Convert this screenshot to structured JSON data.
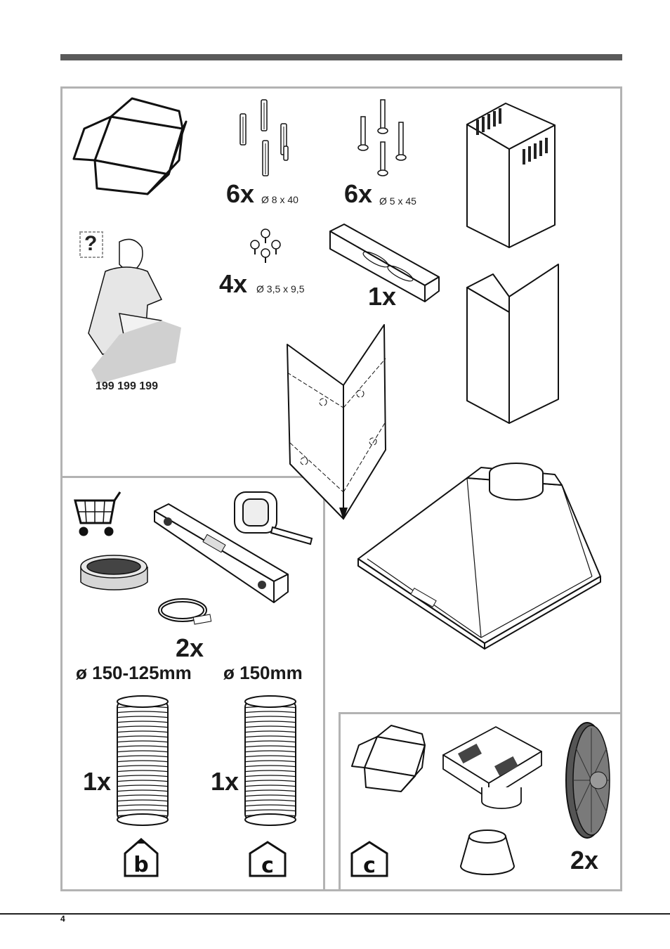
{
  "page_number": "4",
  "phone_number": "199 199 199",
  "help_question_mark": "?",
  "qty_wall_plugs": "6x",
  "size_wall_plugs": "Ø 8 x 40",
  "qty_long_screws": "6x",
  "size_long_screws": "Ø 5 x 45",
  "qty_small_screws": "4x",
  "size_small_screws": "Ø 3,5 x 9,5",
  "qty_bracket": "1x",
  "qty_clamps": "2x",
  "duct_diameter_left": "ø 150-125mm",
  "duct_diameter_right": "ø 150mm",
  "qty_duct_left": "1x",
  "qty_duct_right": "1x",
  "qty_filters": "2x",
  "icon_letter_b": "b",
  "icon_letter_c": "c"
}
